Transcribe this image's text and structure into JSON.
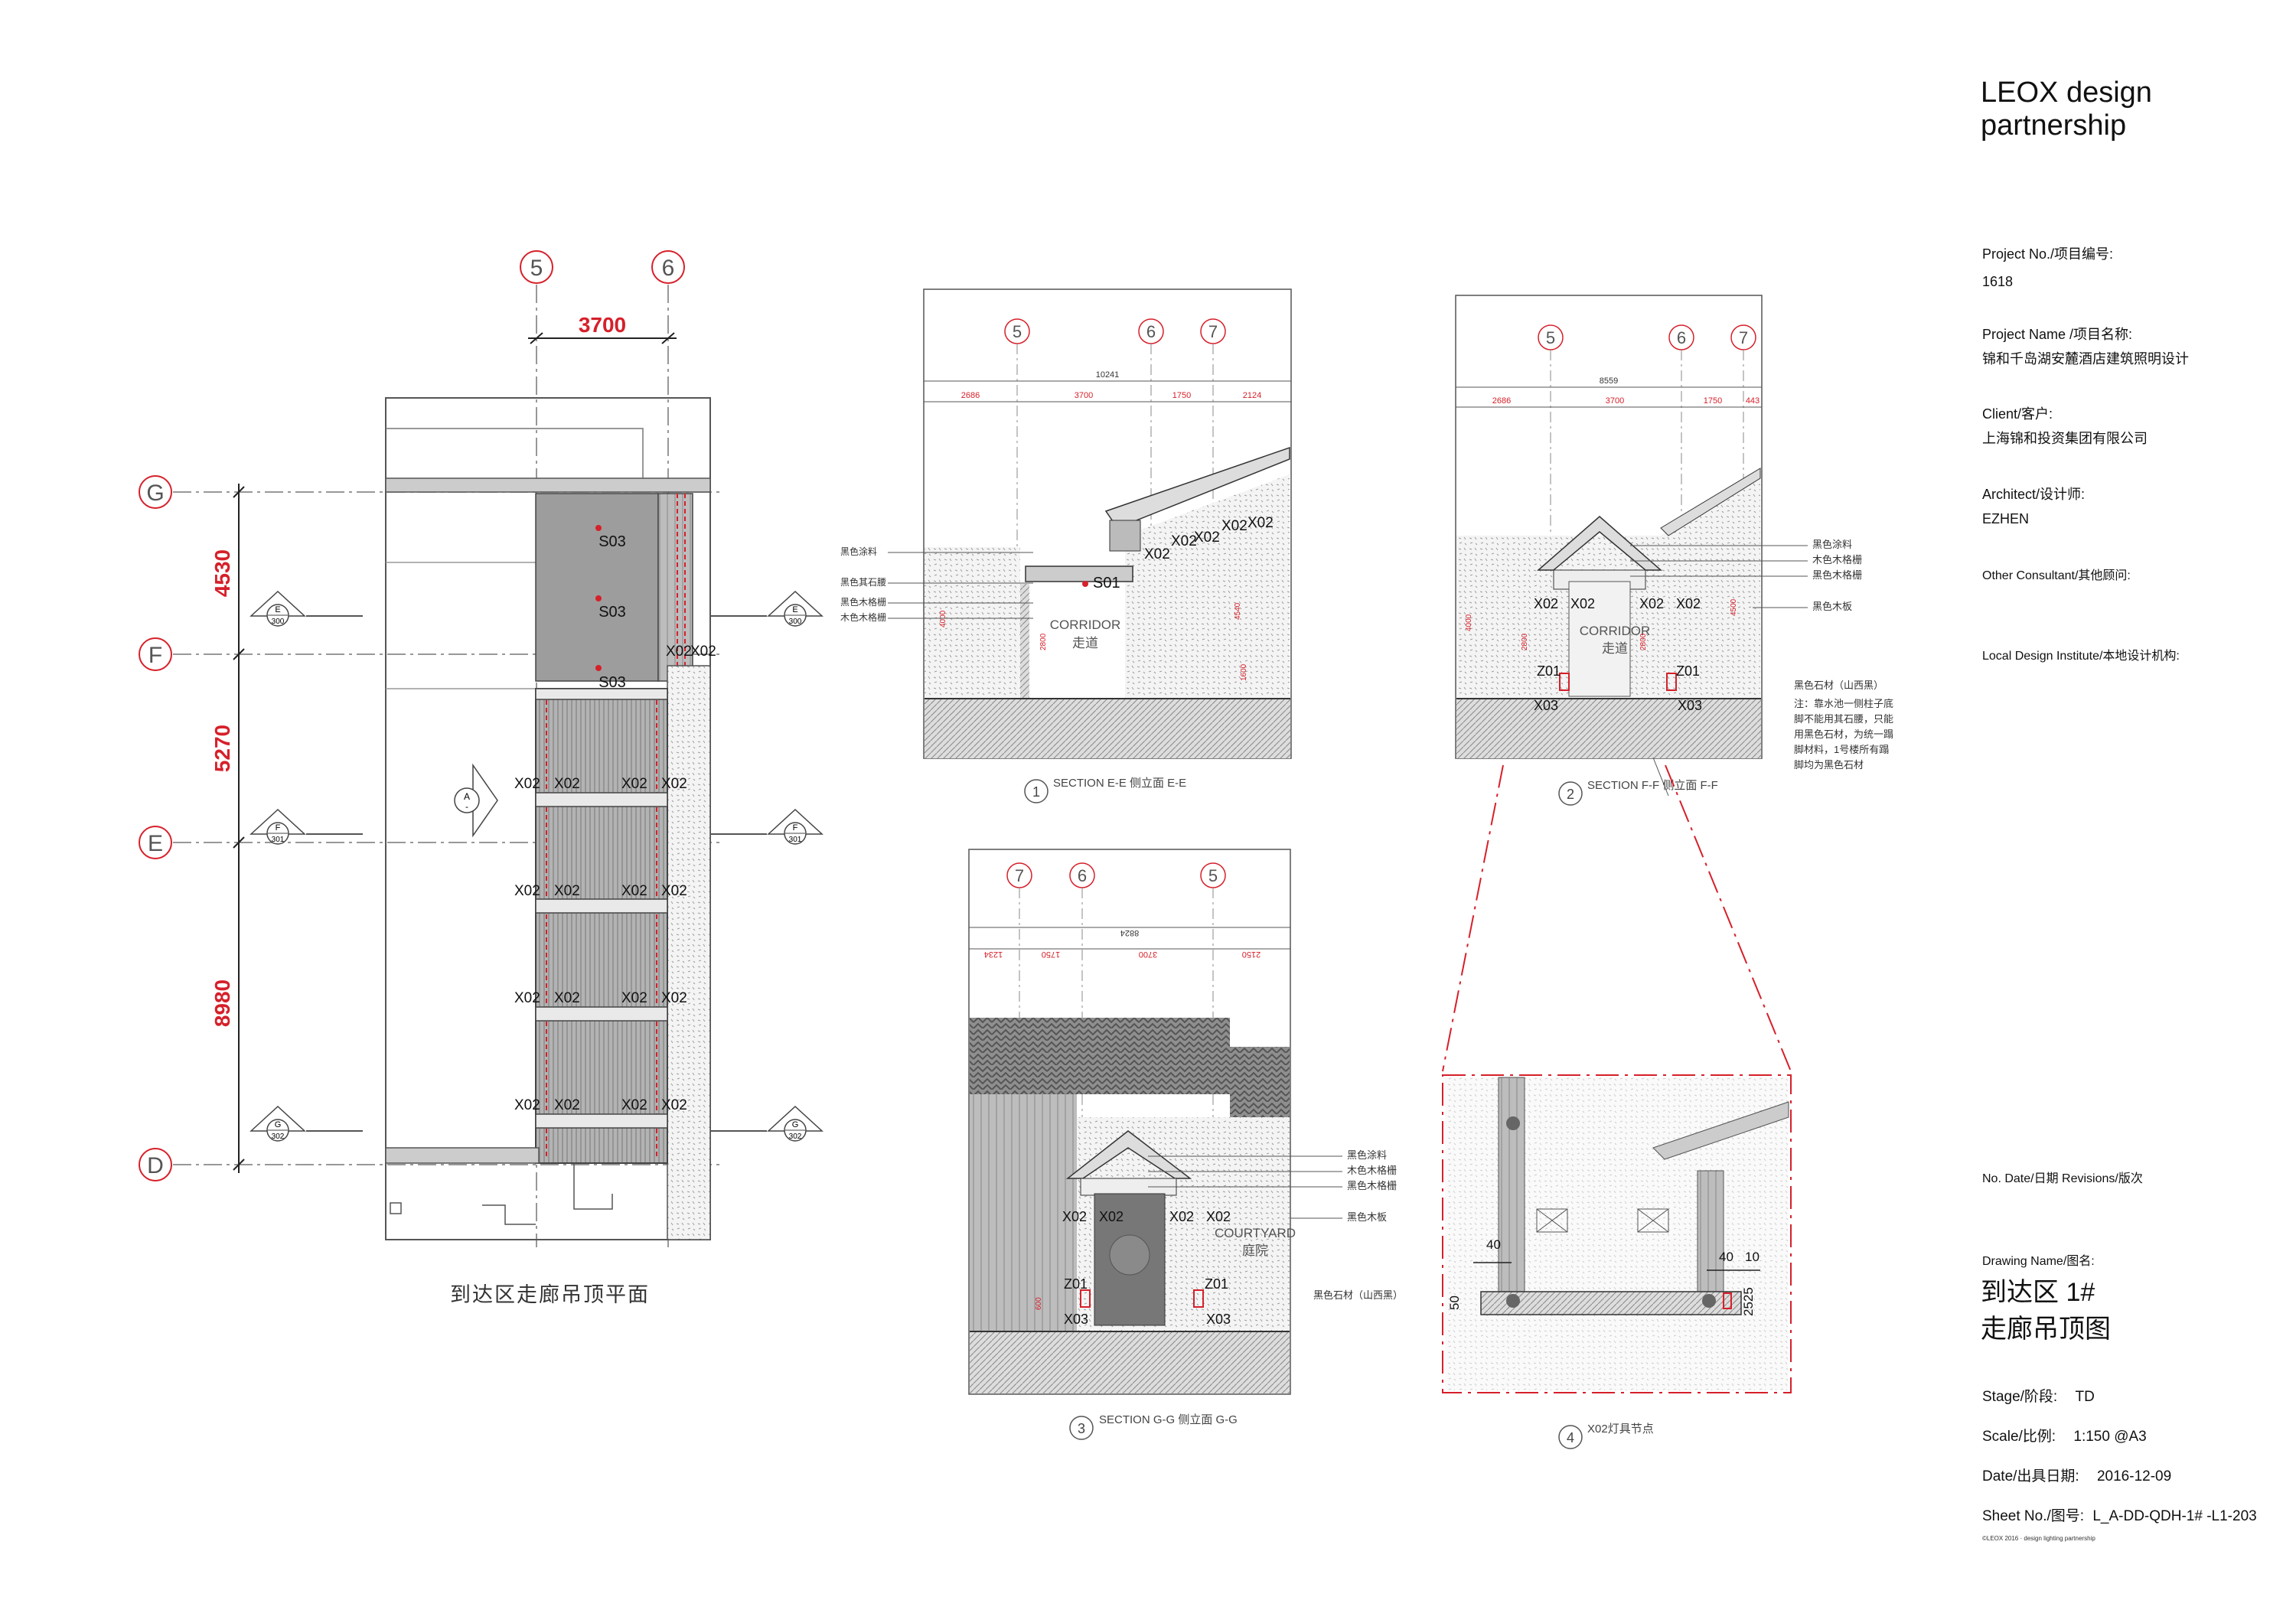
{
  "firm": "LEOX design partnership",
  "title_block": {
    "project_no_label": "Project No./项目编号:",
    "project_no": "1618",
    "project_name_label": "Project Name /项目名称:",
    "project_name": "锦和千岛湖安麓酒店建筑照明设计",
    "client_label": "Client/客户:",
    "client": "上海锦和投资集团有限公司",
    "architect_label": "Architect/设计师:",
    "architect": "EZHEN",
    "other_consultant_label": "Other Consultant/其他顾问:",
    "local_design_label": "Local Design Institute/本地设计机构:",
    "revisions_label": "No.   Date/日期  Revisions/版次",
    "drawing_name_label": "Drawing Name/图名:",
    "drawing_name_line1": "到达区 1#",
    "drawing_name_line2": "走廊吊顶图",
    "stage_label": "Stage/阶段:",
    "stage": "TD",
    "scale_label": "Scale/比例:",
    "scale": "1:150 @A3",
    "date_label": "Date/出具日期:",
    "date": "2016-12-09",
    "sheet_label": "Sheet No./图号:",
    "sheet": "L_A-DD-QDH-1# -L1-203",
    "copyright": "©LEOX 2016 · design lighting partnership"
  },
  "plan": {
    "title": "到达区走廊吊顶平面",
    "grid_cols": [
      "5",
      "6"
    ],
    "grid_rows": [
      "G",
      "F",
      "E",
      "D"
    ],
    "dim_top": "3700",
    "dims_side": [
      "4530",
      "5270",
      "8980"
    ],
    "fixtures_s03": [
      "S03",
      "S03",
      "S03"
    ],
    "fixture_x02": "X02",
    "section_markers": [
      {
        "letter": "E",
        "num": "300"
      },
      {
        "letter": "F",
        "num": "301"
      },
      {
        "letter": "G",
        "num": "302"
      }
    ],
    "view_marker": "A"
  },
  "sections": [
    {
      "num": "1",
      "caption": "SECTION E-E    侧立面 E-E",
      "grid": [
        "5",
        "6",
        "7"
      ],
      "total_dim": "10241",
      "dims": [
        "2686",
        "3700",
        "1750",
        "2124"
      ],
      "labels": [
        "黑色涂料",
        "黑色其石腰",
        "黑色木格栅",
        "木色木格栅"
      ],
      "area_en": "CORRIDOR",
      "area_cn": "走道",
      "fixture_s01": "S01",
      "heights": [
        "4000",
        "2800",
        "4540",
        "1600"
      ]
    },
    {
      "num": "2",
      "caption": "SECTION F-F    侧立面 F-F",
      "grid": [
        "5",
        "6",
        "7"
      ],
      "total_dim": "8559",
      "dims": [
        "2686",
        "3700",
        "1750",
        "443"
      ],
      "labels": [
        "黑色涂料",
        "木色木格栅",
        "黑色木格栅",
        "黑色木板"
      ],
      "area_en": "CORRIDOR",
      "area_cn": "走道",
      "heights": [
        "4000",
        "2800",
        "2800",
        "4500"
      ],
      "z01": "Z01",
      "x03": "X03",
      "note_title": "黑色石材（山西黑）",
      "note": [
        "注：靠水池一侧柱子底",
        "脚不能用其石腰，只能",
        "用黑色石材，为统一蹋",
        "脚材料，1号楼所有蹋",
        "脚均为黑色石材"
      ]
    },
    {
      "num": "3",
      "caption": "SECTION G-G    侧立面 G-G",
      "grid": [
        "7",
        "6",
        "5"
      ],
      "total_dim": "8824",
      "dims": [
        "1234",
        "1750",
        "3700",
        "2150"
      ],
      "labels": [
        "黑色涂料",
        "木色木格栅",
        "黑色木格栅",
        "黑色木板",
        "黑色石材（山西黑）"
      ],
      "area_en": "COURTYARD",
      "area_cn": "庭院",
      "heights": [
        "600"
      ]
    },
    {
      "num": "4",
      "caption": "X02灯具节点",
      "dims": [
        "40",
        "40",
        "10",
        "50",
        "2525"
      ]
    }
  ],
  "colors": {
    "red": "#d6202a",
    "line": "#333333",
    "grey": "#9a9a9a"
  }
}
